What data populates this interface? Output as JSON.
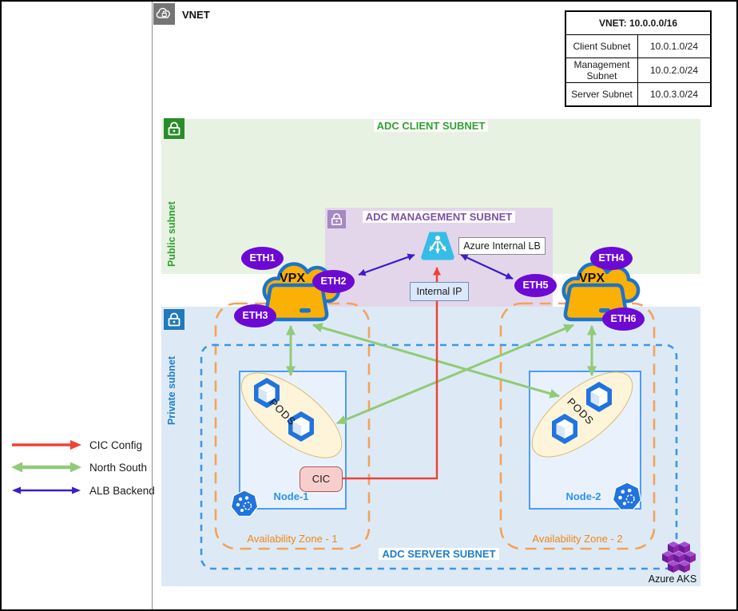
{
  "header": {
    "vnet_label": "VNET"
  },
  "table": {
    "title": "VNET: 10.0.0.0/16",
    "rows": [
      {
        "label": "Client Subnet",
        "value": "10.0.1.0/24"
      },
      {
        "label": "Management Subnet",
        "value": "10.0.2.0/24"
      },
      {
        "label": "Server Subnet",
        "value": "10.0.3.0/24"
      }
    ]
  },
  "regions": {
    "client": {
      "title": "ADC CLIENT SUBNET",
      "side_label": "Public subnet"
    },
    "management": {
      "title": "ADC MANAGEMENT SUBNET"
    },
    "server": {
      "title": "ADC SERVER SUBNET",
      "side_label": "Private subnet"
    }
  },
  "load_balancer": {
    "label": "Azure Internal LB",
    "internal_ip_label": "Internal IP"
  },
  "vpx": {
    "left_label": "VPX",
    "right_label": "VPX"
  },
  "eth_labels": [
    "ETH1",
    "ETH2",
    "ETH3",
    "ETH4",
    "ETH5",
    "ETH6"
  ],
  "zones": [
    {
      "label": "Availability Zone - 1"
    },
    {
      "label": "Availability Zone - 2"
    }
  ],
  "nodes": [
    {
      "name": "Node-1",
      "pods_label": "PODS",
      "cic_label": "CIC"
    },
    {
      "name": "Node-2",
      "pods_label": "PODS"
    }
  ],
  "aks": {
    "label": "Azure AKS"
  },
  "legend": [
    {
      "label": "CIC Config",
      "color": "#ee4238",
      "style": "single-arrow"
    },
    {
      "label": "North South",
      "color": "#92ca78",
      "style": "double-arrow"
    },
    {
      "label": "ALB Backend",
      "color": "#3a1dc9",
      "style": "double-arrow"
    }
  ],
  "colors": {
    "green-bg": "#e7f2e3",
    "green-text": "#2fa12f",
    "green-lock": "#2c8c2c",
    "purple-bg": "#e3d6ea",
    "purple-text": "#7d53a5",
    "purple-lock": "#a688c3",
    "blue-bg": "#ddeaf6",
    "blue-text": "#1f7fc9",
    "blue-lock": "#2279bd",
    "orange-dash": "#f4a259",
    "orange-text": "#f08418",
    "server-dash": "#3d96e8",
    "node-border": "#4d9cf5",
    "node-bg": "#e9f2fc",
    "node-label": "#2d93ee",
    "eth-purple": "#6c0ad4",
    "vpx-orange": "#fbb005",
    "vpx-blue": "#1d74c9",
    "lb-cyan": "#35bde8",
    "arrow-red": "#ee4238",
    "arrow-green": "#92ca78",
    "arrow-navy": "#3a1dc9",
    "cic-bg": "#f8cecc",
    "cic-border": "#b85450",
    "ip-bg": "#dbe8fb",
    "ip-border": "#6d8ebf",
    "pods-bg": "#fdf4d9",
    "pods-border": "#d6b86a",
    "pod-blue": "#2173dd",
    "aks-dark": "#6a1b9a",
    "aks-mid": "#8e24aa",
    "aks-light": "#a64fd1",
    "icon-gray": "#757575"
  }
}
